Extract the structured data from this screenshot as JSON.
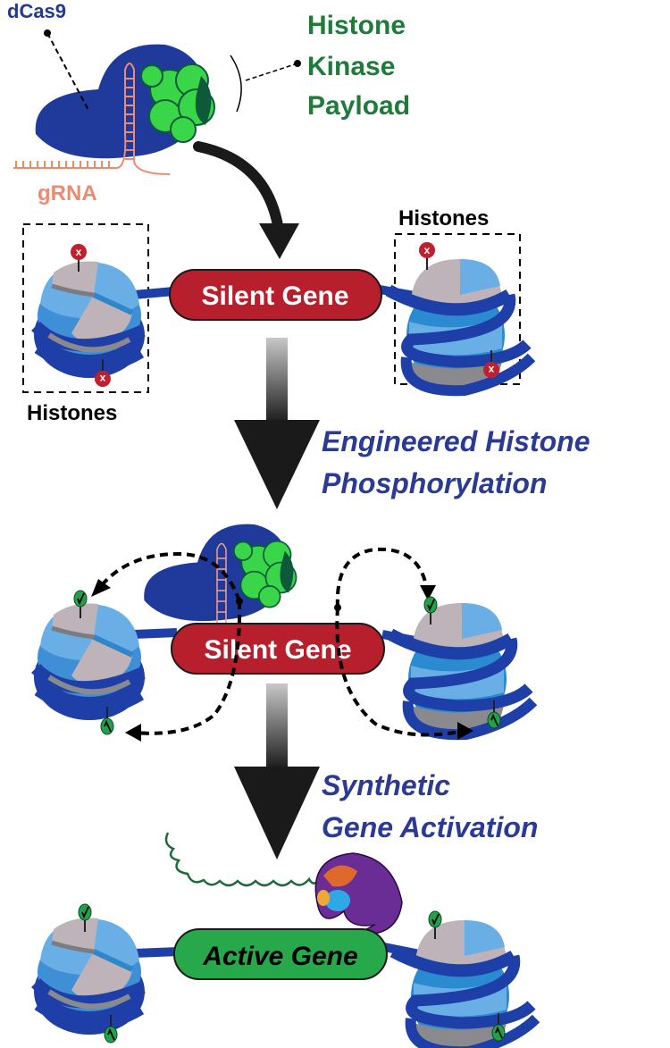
{
  "labels": {
    "dcas9": "dCas9",
    "payload_line1": "Histone",
    "payload_line2": "Kinase",
    "payload_line3": "Payload",
    "grna": "gRNA",
    "histones_left": "Histones",
    "histones_right": "Histones",
    "step1_line1": "Engineered Histone",
    "step1_line2": "Phosphorylation",
    "step2_line1": "Synthetic",
    "step2_line2": "Gene Activation"
  },
  "genes": {
    "stage1": "Silent Gene",
    "stage2": "Silent Gene",
    "stage3": "Active Gene"
  },
  "markers": {
    "inactive_symbol": "x",
    "active_symbol": "✓"
  },
  "colors": {
    "dcas9_blue": "#1f3a9a",
    "payload_green": "#1e7b3a",
    "kinase_green": "#39d64a",
    "kinase_dark": "#0d5a3a",
    "grna_salmon": "#f08a6e",
    "silent_red": "#b81f2d",
    "active_green": "#27a84a",
    "label_blue": "#2b3a94",
    "marker_red": "#c0202e",
    "marker_green": "#21a24a",
    "polymerase_purple": "#6a2d96"
  }
}
